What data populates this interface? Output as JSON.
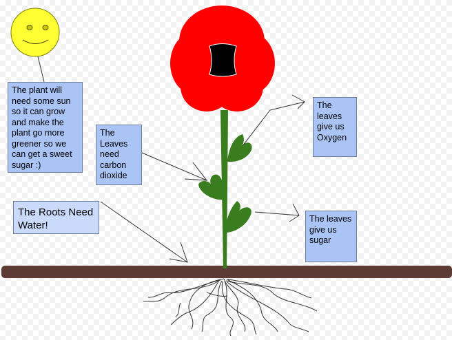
{
  "labels": {
    "sun": "The plant will need some sun so it can grow and make the plant go more greener so we can get a sweet sugar :)",
    "carbon_dioxide": "The Leaves need carbon dioxide",
    "oxygen": "The leaves give us Oxygen",
    "sugar": "The leaves give us sugar",
    "roots": "The Roots Need Water!"
  },
  "colors": {
    "sun": "#ffff33",
    "petals": "#ff0000",
    "flower_center": "#000000",
    "stem": "#3a7d1e",
    "soil": "#5c3b34",
    "label_fill": "#a9c4f5",
    "roots_label_fill": "#c9dafb"
  },
  "icons": {
    "sun": "smiley-sun",
    "flower": "poppy-flower",
    "roots": "root-scribble"
  }
}
